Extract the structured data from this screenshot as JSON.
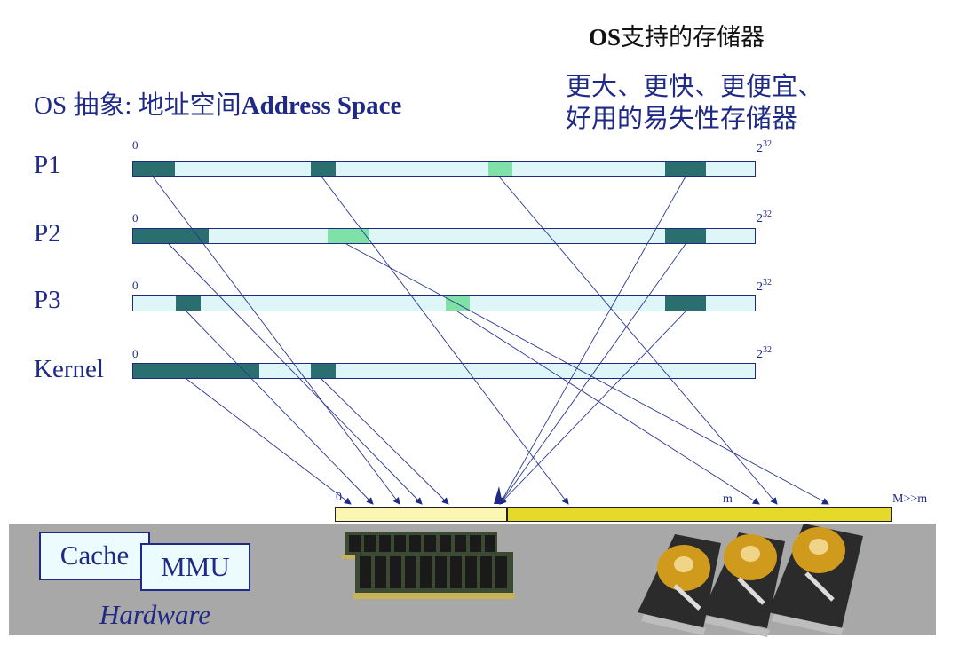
{
  "header": {
    "os_memory_title_bold": "OS",
    "os_memory_title_rest": "支持的存储器",
    "abstract_prefix": "OS 抽象: 地址空间",
    "abstract_bold": "Address Space",
    "memory_desc_line1": "更大、更快、更便宜、",
    "memory_desc_line2": "好用的易失性存储器"
  },
  "processes": [
    {
      "label": "P1",
      "start": "0",
      "end_base": "2",
      "end_exp": "32"
    },
    {
      "label": "P2",
      "start": "0",
      "end_base": "2",
      "end_exp": "32"
    },
    {
      "label": "P3",
      "start": "0",
      "end_base": "2",
      "end_exp": "32"
    },
    {
      "label": "Kernel",
      "start": "0",
      "end_base": "2",
      "end_exp": "32"
    }
  ],
  "physical": {
    "zero_label": "0",
    "m_label": "m",
    "big_m_label": "M>>m"
  },
  "hardware": {
    "cache_label": "Cache",
    "mmu_label": "MMU",
    "hardware_label": "Hardware"
  },
  "colors": {
    "navy": "#1f2a86",
    "segment_dark": "#2b6e70",
    "segment_light": "#7fe0a8",
    "bar_fill": "#def6f8",
    "dram_fill": "#fbf6b2",
    "disk_fill": "#e5d92a",
    "hardware_panel": "#a8a8a8"
  }
}
